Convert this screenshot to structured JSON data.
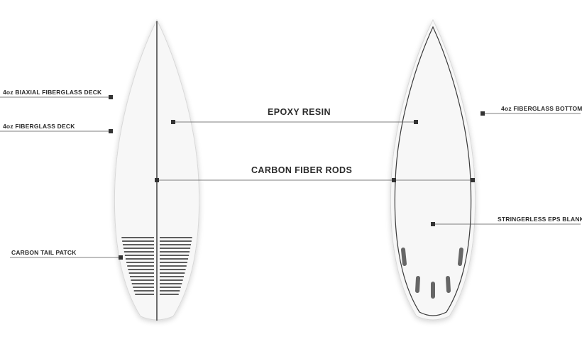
{
  "labels": {
    "biaxial_deck": "4oz BIAXIAL FIBERGLASS DECK",
    "fiberglass_deck": "4oz FIBERGLASS DECK",
    "carbon_tail_patch": "CARBON TAIL PATCK",
    "epoxy_resin": "EPOXY RESIN",
    "carbon_fiber_rods": "CARBON FIBER RODS",
    "fiberglass_bottom": "4oz FIBERGLASS BOTTOM",
    "eps_blank": "STRINGERLESS EPS BLANK"
  },
  "colors": {
    "board_fill": "#f7f7f7",
    "board_outline": "#d8d8d8",
    "stringer": "#4a4a4a",
    "inner_outline": "#3a3a3a",
    "leader_line": "#555555",
    "marker": "#333333",
    "fin_plug": "#666666",
    "tail_patch": "#2a2a2a"
  }
}
